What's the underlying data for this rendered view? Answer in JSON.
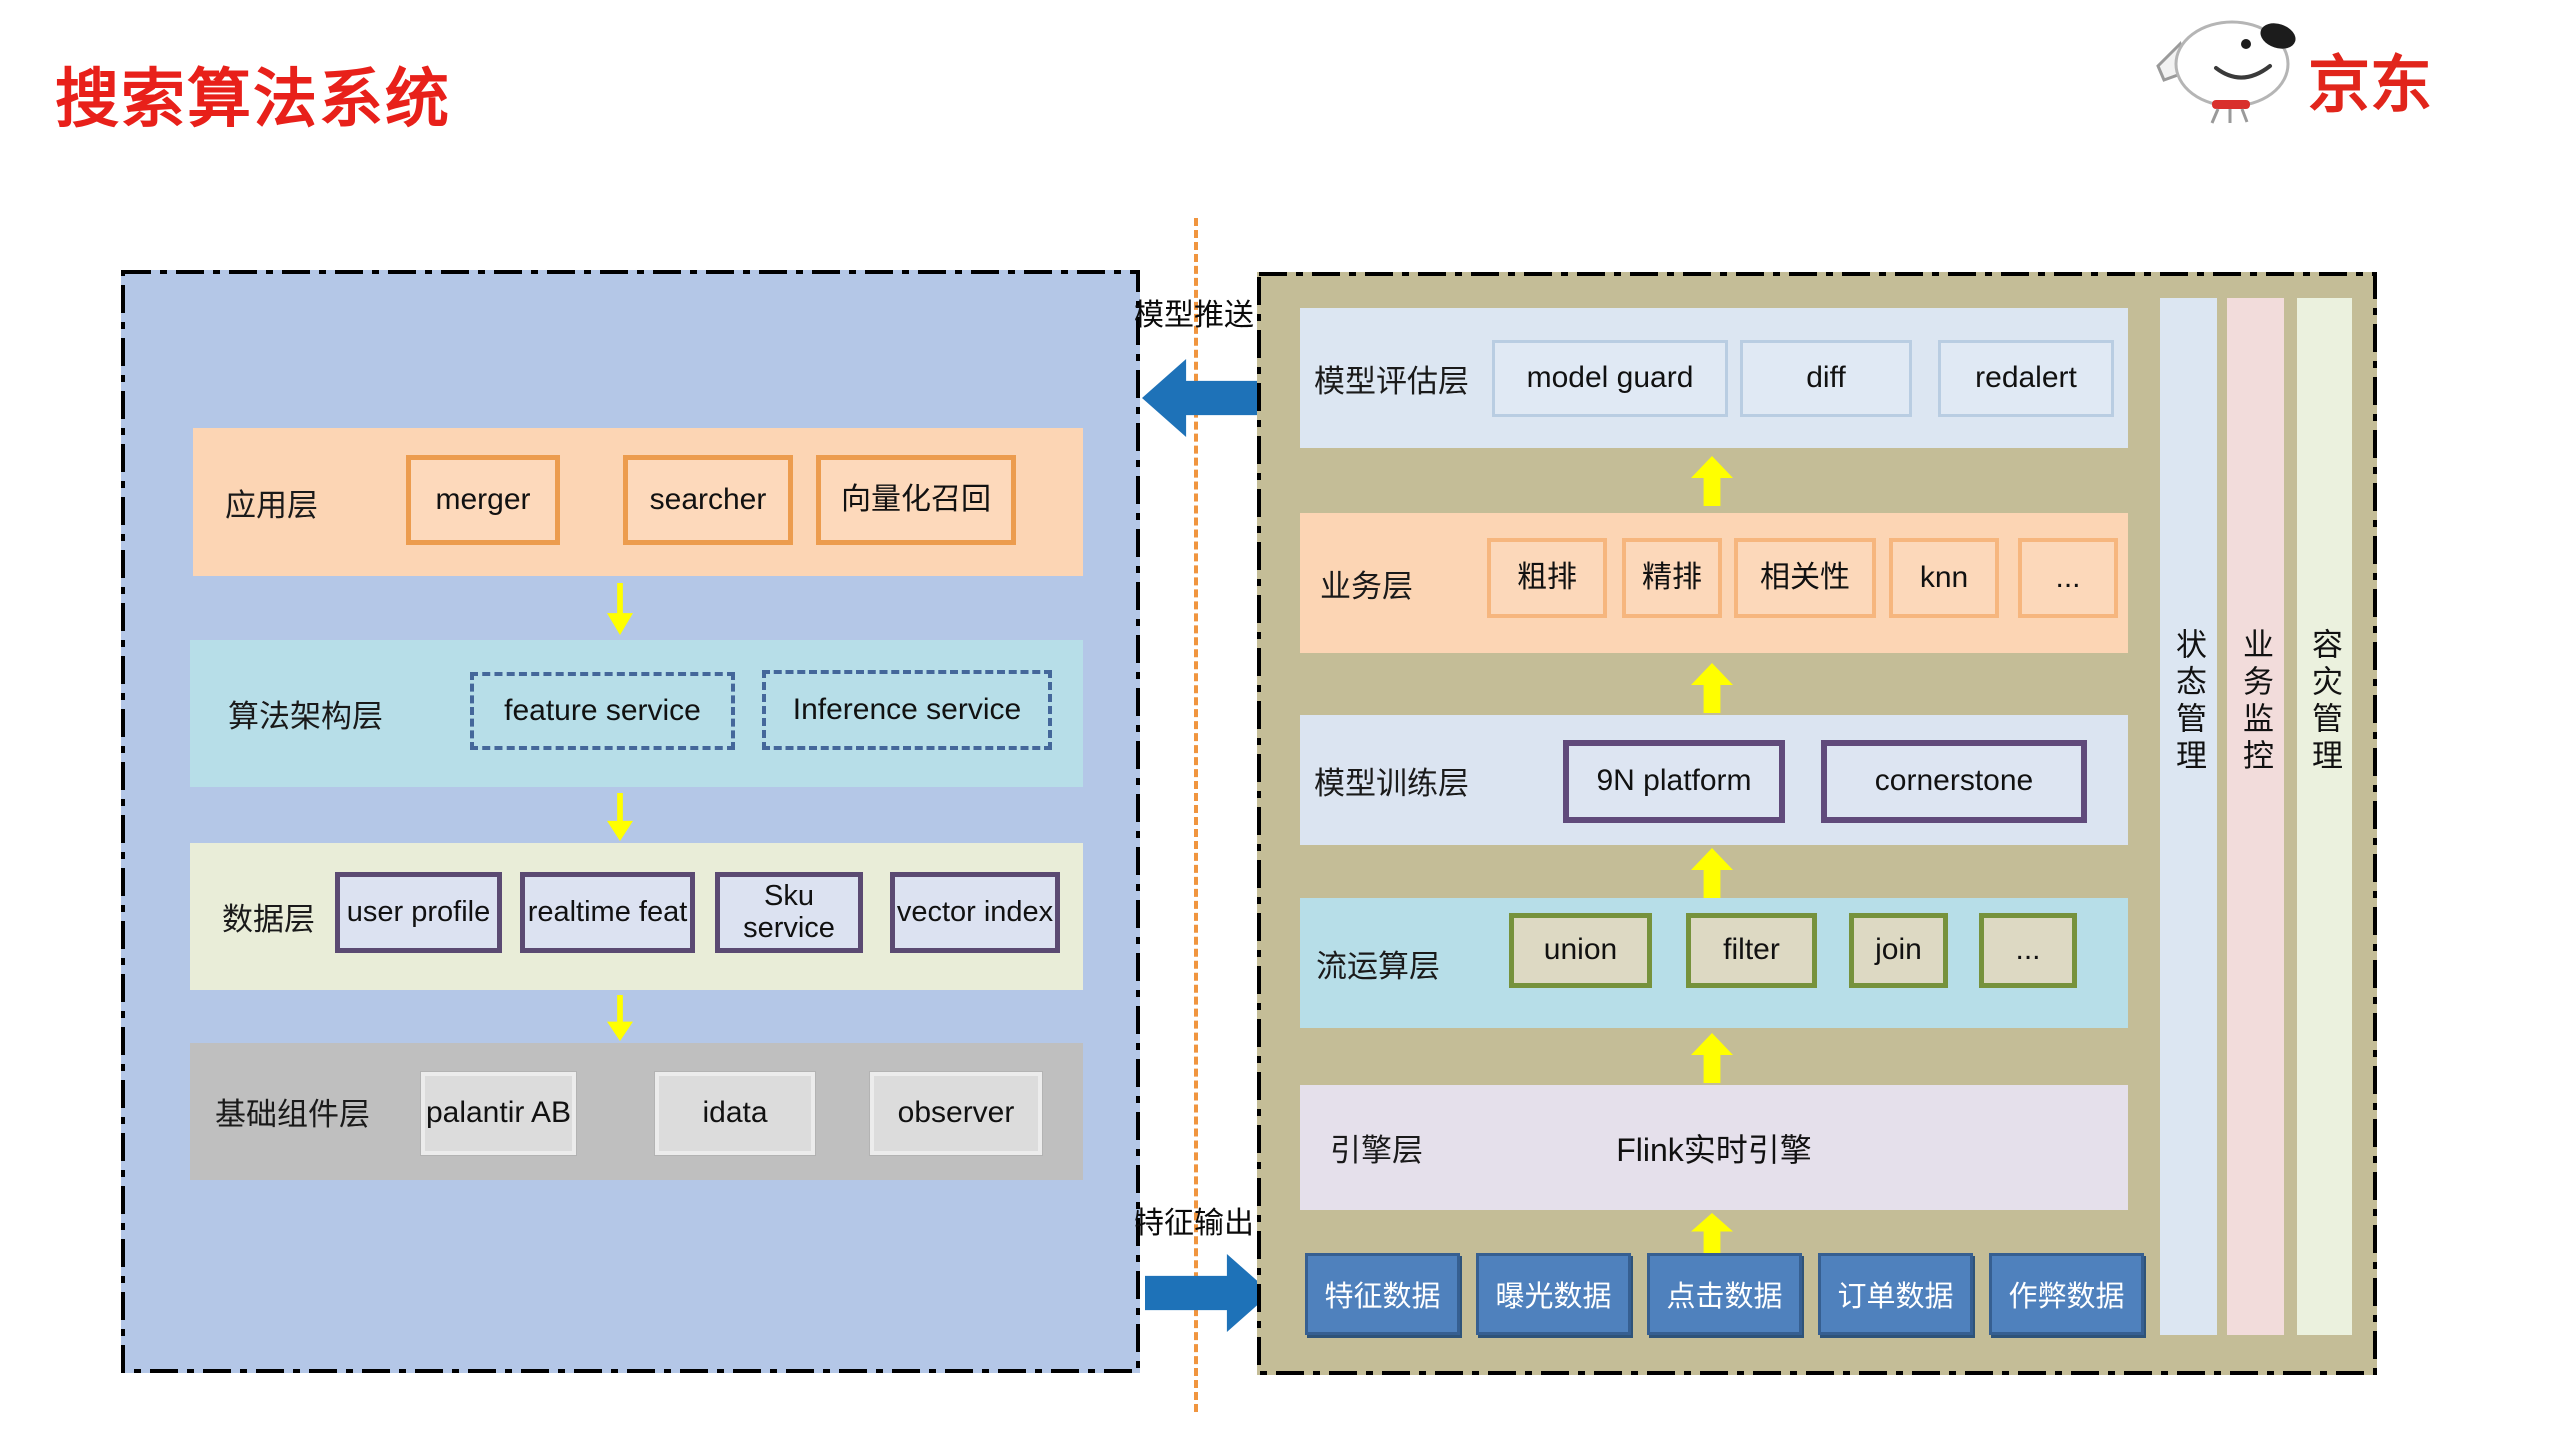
{
  "page": {
    "title": "搜索算法系统"
  },
  "logo": {
    "brand": "京东"
  },
  "flow_labels": {
    "model_push": "模型推送",
    "feature_output": "特征输出"
  },
  "left_panel": {
    "layers": [
      {
        "label": "应用层",
        "items": [
          "merger",
          "searcher",
          "向量化召回"
        ]
      },
      {
        "label": "算法架构层",
        "items": [
          "feature service",
          "Inference service"
        ]
      },
      {
        "label": "数据层",
        "items": [
          "user profile",
          "realtime feat",
          "Sku service",
          "vector index"
        ]
      },
      {
        "label": "基础组件层",
        "items": [
          "palantir AB",
          "idata",
          "observer"
        ]
      }
    ]
  },
  "right_panel": {
    "layers": [
      {
        "label": "模型评估层",
        "items": [
          "model guard",
          "diff",
          "redalert"
        ]
      },
      {
        "label": "业务层",
        "items": [
          "粗排",
          "精排",
          "相关性",
          "knn",
          "..."
        ]
      },
      {
        "label": "模型训练层",
        "items": [
          "9N platform",
          "cornerstone"
        ]
      },
      {
        "label": "流运算层",
        "items": [
          "union",
          "filter",
          "join",
          "..."
        ]
      },
      {
        "label": "引擎层",
        "engine_name": "Flink实时引擎"
      }
    ],
    "data_sources": [
      "特征数据",
      "曝光数据",
      "点击数据",
      "订单数据",
      "作弊数据"
    ],
    "side_bars": [
      "状态管理",
      "业务监控",
      "容灾管理"
    ]
  },
  "colors": {
    "jd_red": "#e1251b",
    "left_panel_bg": "#b4c7e7",
    "right_panel_bg": "#c4bd97",
    "orange_band": "#fcd5b4",
    "cyan_band": "#b7dee8",
    "green_band": "#e9edd8",
    "gray_band": "#bfbfbf",
    "pale_blue_band": "#dce6f2",
    "lavender_band": "#e5e0eb",
    "purple_border": "#604a7b",
    "olive_border": "#76923c",
    "data_box_blue": "#4f81bd",
    "arrow_yellow": "#ffff00",
    "arrow_blue": "#1e72b8",
    "sidebar_pink": "#f2dcdb",
    "sidebar_green": "#ebf1de"
  }
}
